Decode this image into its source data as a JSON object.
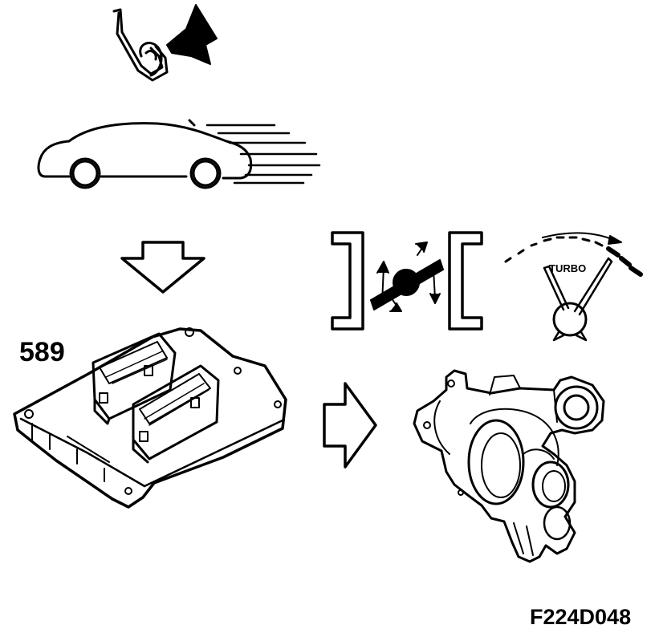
{
  "labels": {
    "component_number": "589",
    "gauge_text": "TURBO",
    "figure_code": "F224D048"
  },
  "colors": {
    "line": "#000000",
    "background": "#ffffff"
  },
  "icons": {
    "accelerator_pedal": "pedal-icon",
    "press_arrow": "arrow-icon",
    "vehicle": "car-icon",
    "control_module": "ecu-icon",
    "throttle_valve": "throttle-icon",
    "boost_gauge": "gauge-icon",
    "turbocharger": "turbo-icon"
  }
}
